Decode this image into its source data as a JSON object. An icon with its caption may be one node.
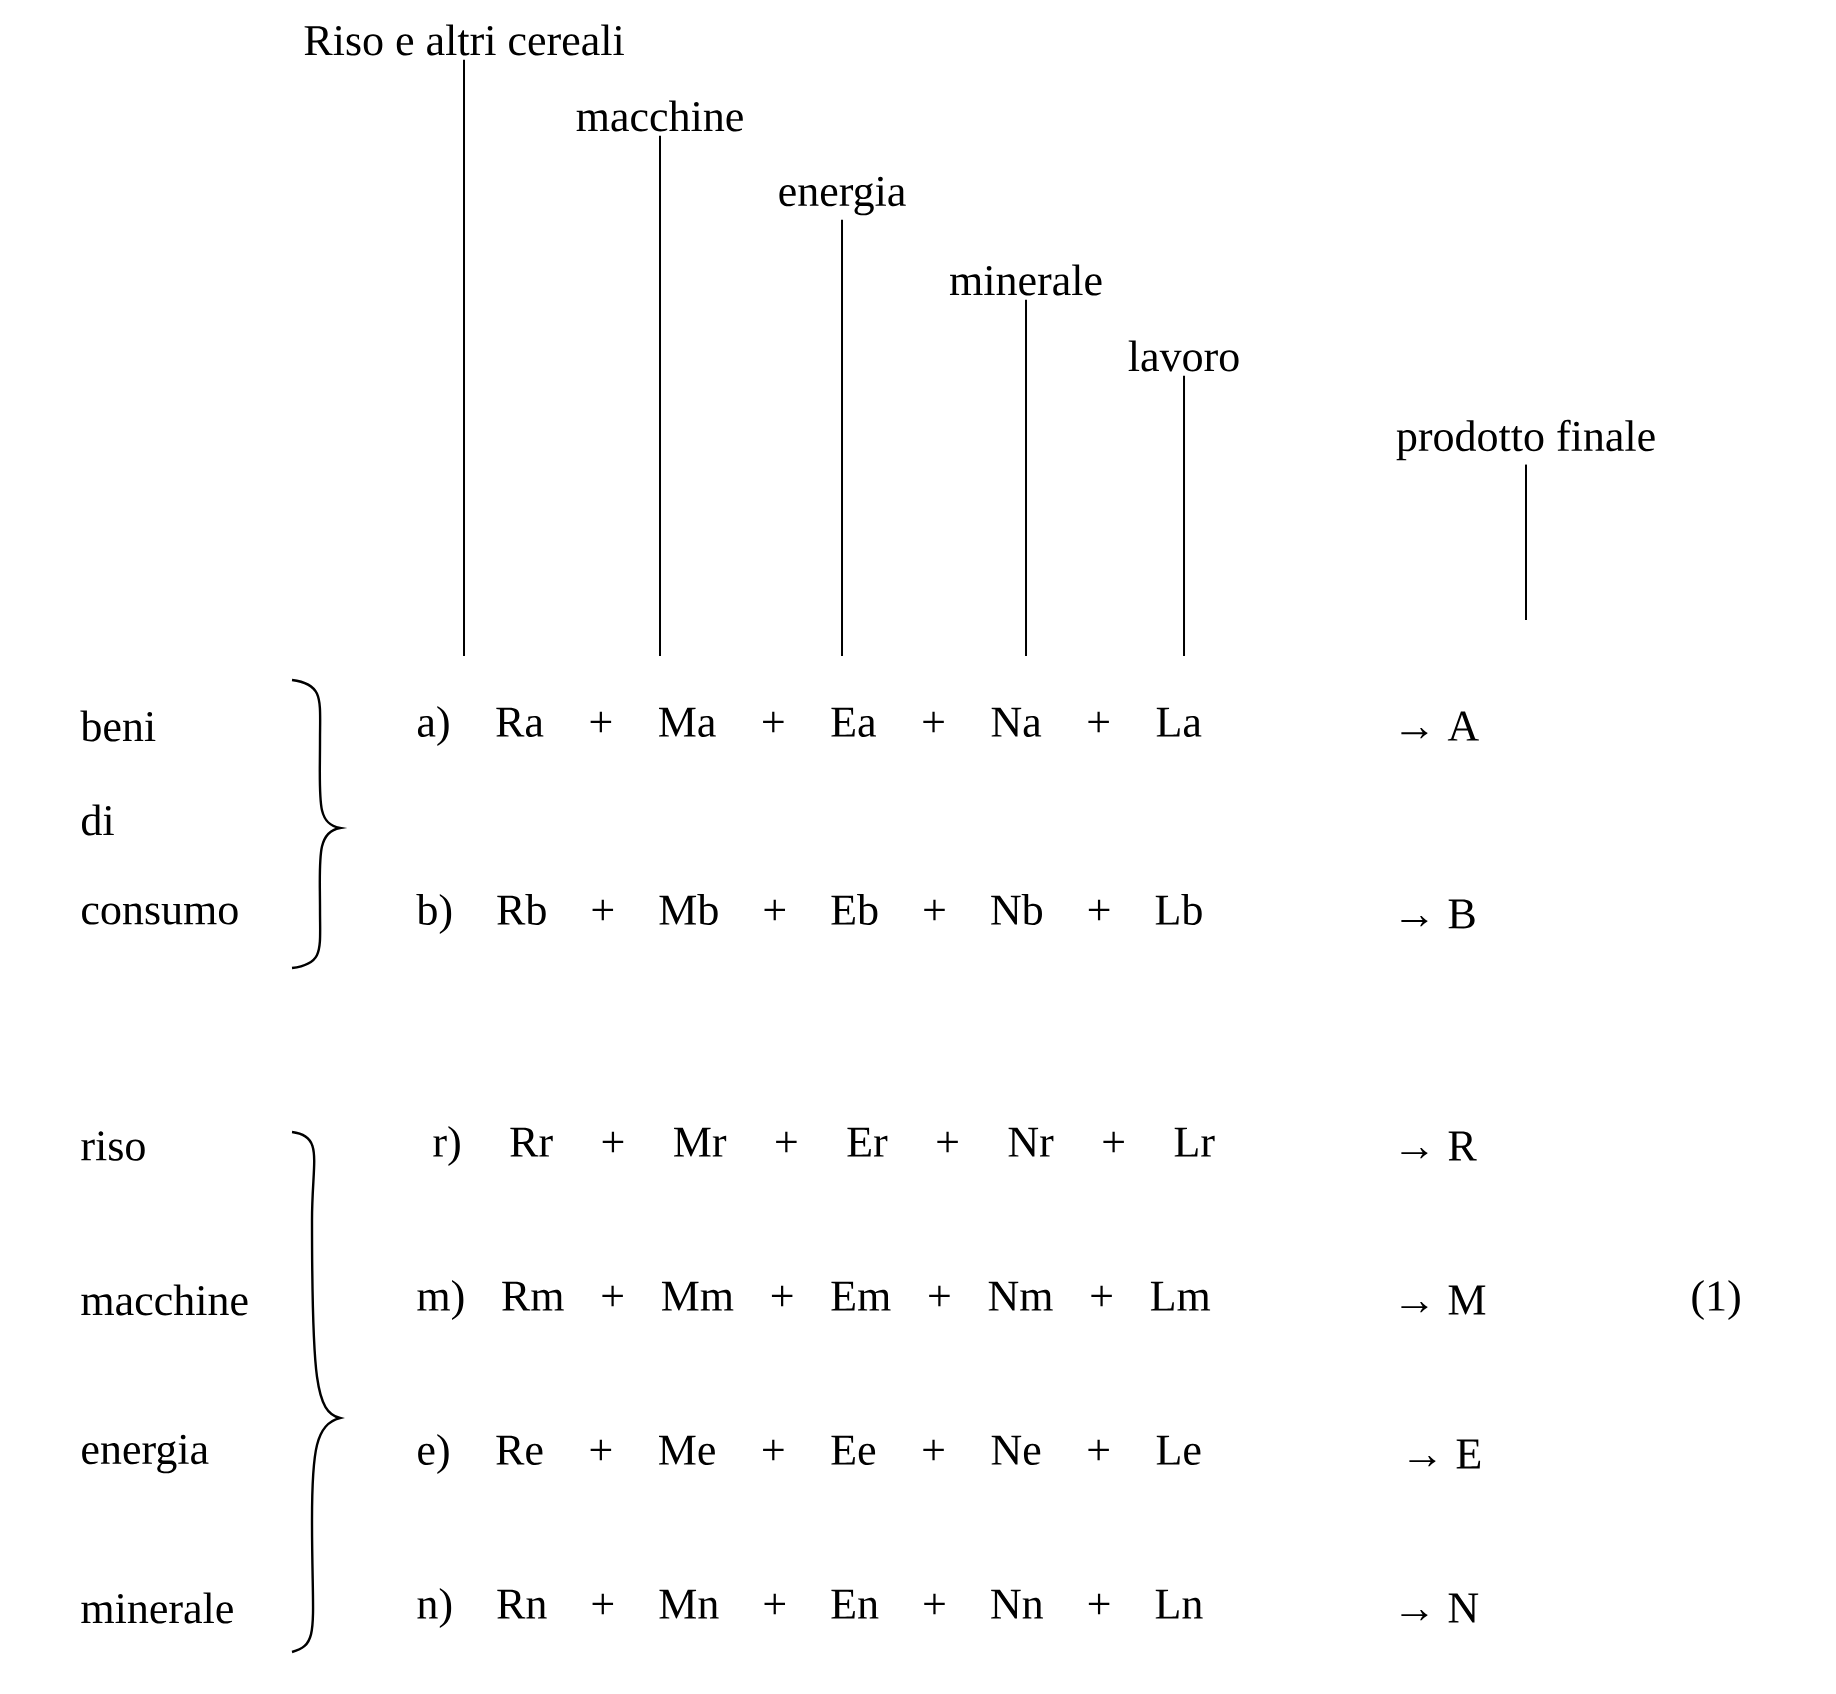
{
  "diagram": {
    "nodes": [
      {
        "text": [
          "Riso e altri cereali"
        ]
      },
      {
        "text": [
          "macchine"
        ]
      },
      {
        "text": [
          "energia"
        ]
      },
      {
        "text": [
          "minerale"
        ]
      },
      {
        "text": [
          "lavoro"
        ]
      },
      {
        "text": [
          "prodotto finale"
        ]
      }
    ],
    "edges": [
      {
        "from": 0,
        "to": null,
        "arrow": "none"
      },
      {
        "from": 1,
        "to": null,
        "arrow": "none"
      },
      {
        "from": 2,
        "to": null,
        "arrow": "none"
      },
      {
        "from": 3,
        "to": null,
        "arrow": "none"
      },
      {
        "from": 4,
        "to": null,
        "arrow": "none"
      },
      {
        "from": 5,
        "to": null,
        "arrow": "none"
      }
    ],
    "labels": [
      "beni",
      "a) Ra + Ma + Ea + Na + La",
      "→ A",
      "di",
      "consumo",
      "b) Rb + Mb + Eb + Nb + Lb",
      "→ B",
      "riso",
      "r) Rr + Mr + Er + Nr + Lr",
      "→ R",
      "macchine",
      "m) Rm + Mm + Em + Nm + Lm",
      "→ M",
      "(1)",
      "energia",
      "e) Re + Me + Ee + Ne + Le",
      "→ E",
      "minerale",
      "n) Rn + Mn + En + Nn + Ln",
      "→ N"
    ]
  }
}
